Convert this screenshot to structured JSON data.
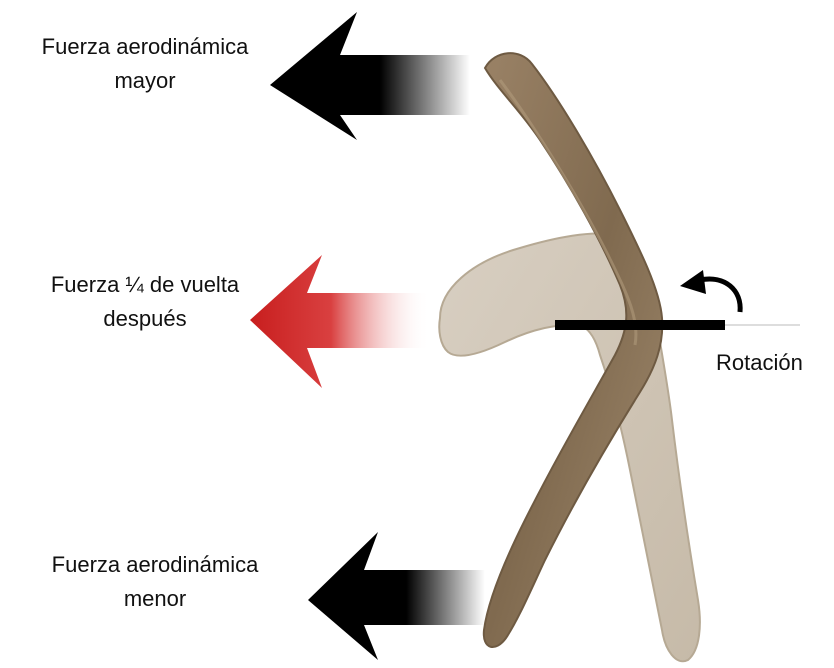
{
  "labels": {
    "top_force": {
      "line1": "Fuerza aerodinámica",
      "line2": "mayor"
    },
    "mid_force": {
      "line1": "Fuerza ¼ de vuelta",
      "line2": "después"
    },
    "bottom_force": {
      "line1": "Fuerza aerodinámica",
      "line2": "menor"
    },
    "rotation": "Rotación"
  },
  "colors": {
    "strong_arrow": "#000000",
    "quarter_turn_arrow": "#c81e1e",
    "boomerang_front": "#8a7358",
    "boomerang_back": "#cfc4b4",
    "axis": "#000000"
  },
  "icons": {
    "rotation_indicator": "curved-arrow-icon",
    "force_arrows": "arrow-left-icon"
  }
}
